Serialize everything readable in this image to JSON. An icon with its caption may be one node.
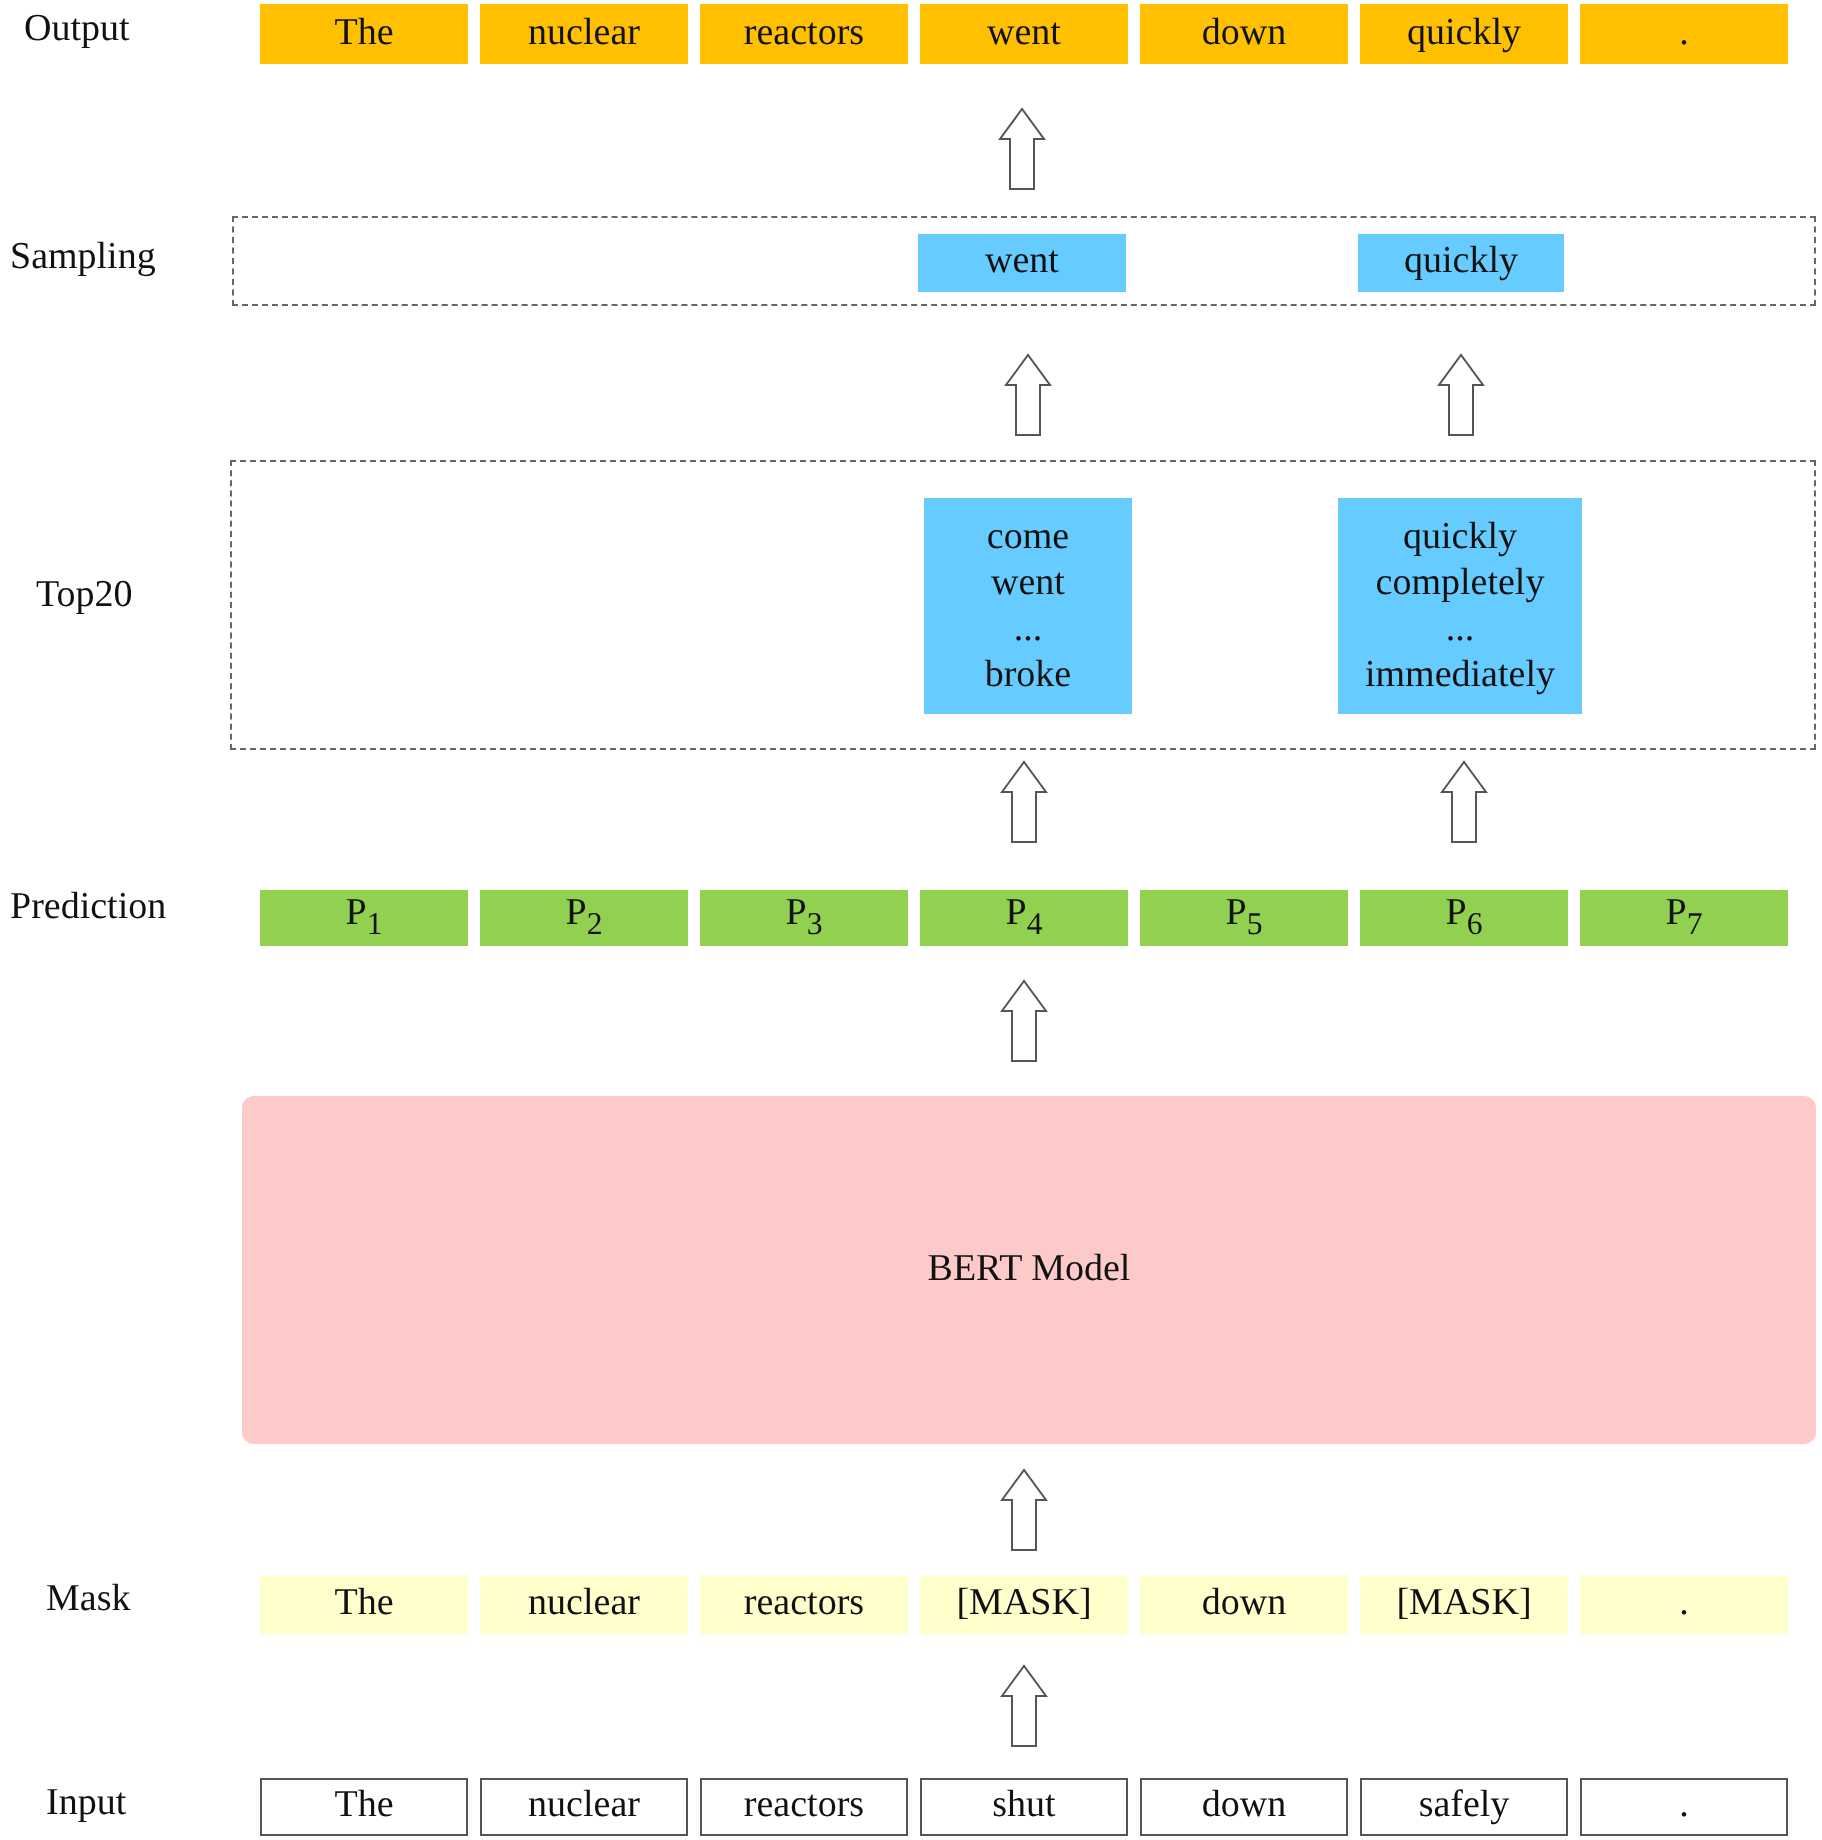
{
  "diagram": {
    "nodes": [
      {
        "text": [
          "The"
        ]
      },
      {
        "text": [
          "nuclear"
        ]
      },
      {
        "text": [
          "reactors"
        ]
      },
      {
        "text": [
          "went"
        ]
      },
      {
        "text": [
          "down"
        ]
      },
      {
        "text": [
          "quickly"
        ]
      },
      {
        "text": [
          "."
        ]
      },
      {
        "text": [],
        "shape": "box"
      },
      {
        "text": [
          "went"
        ],
        "in": 7
      },
      {
        "text": [
          "quickly"
        ],
        "in": 7
      },
      {
        "text": [],
        "shape": "box"
      },
      {
        "text": [
          "come",
          "went",
          "...",
          "broke"
        ],
        "in": 10
      },
      {
        "text": [
          "quickly",
          "completely",
          "...",
          "immediately"
        ],
        "in": 10
      },
      {
        "text": [
          "P$_{1}$"
        ]
      },
      {
        "text": [
          "P$_{2}$"
        ]
      },
      {
        "text": [
          "P$_{3}$"
        ]
      },
      {
        "text": [
          "P$_{4}$"
        ]
      },
      {
        "text": [
          "P$_{5}$"
        ]
      },
      {
        "text": [
          "P$_{6}$"
        ]
      },
      {
        "text": [
          "P$_{7}$"
        ]
      },
      {
        "text": [
          "BERT Model"
        ]
      },
      {
        "text": [
          "The"
        ]
      },
      {
        "text": [
          "nuclear"
        ]
      },
      {
        "text": [
          "reactors"
        ]
      },
      {
        "text": [
          "[MASK]"
        ]
      },
      {
        "text": [
          "down"
        ]
      },
      {
        "text": [
          "[MASK]"
        ]
      },
      {
        "text": [
          "."
        ]
      },
      {
        "text": [
          "The"
        ]
      },
      {
        "text": [
          "nuclear"
        ]
      },
      {
        "text": [
          "reactors"
        ]
      },
      {
        "text": [
          "shut"
        ]
      },
      {
        "text": [
          "down"
        ]
      },
      {
        "text": [
          "safely"
        ]
      },
      {
        "text": [
          "."
        ]
      }
    ],
    "edges": [
      {
        "from": 8,
        "to": 3,
        "arrow": "to"
      },
      {
        "from": 11,
        "to": 8,
        "arrow": "to"
      },
      {
        "from": 12,
        "to": 9,
        "arrow": "to"
      },
      {
        "from": 16,
        "to": 11,
        "arrow": "to"
      },
      {
        "from": 18,
        "to": 12,
        "arrow": "to"
      },
      {
        "from": 20,
        "to": 16,
        "arrow": "to"
      },
      {
        "from": 24,
        "to": 20,
        "arrow": "to"
      },
      {
        "from": 31,
        "to": 24,
        "arrow": "to"
      }
    ],
    "labels": [
      "Output",
      "Sampling",
      "Top20",
      "Prediction",
      "Mask",
      "Input"
    ]
  }
}
